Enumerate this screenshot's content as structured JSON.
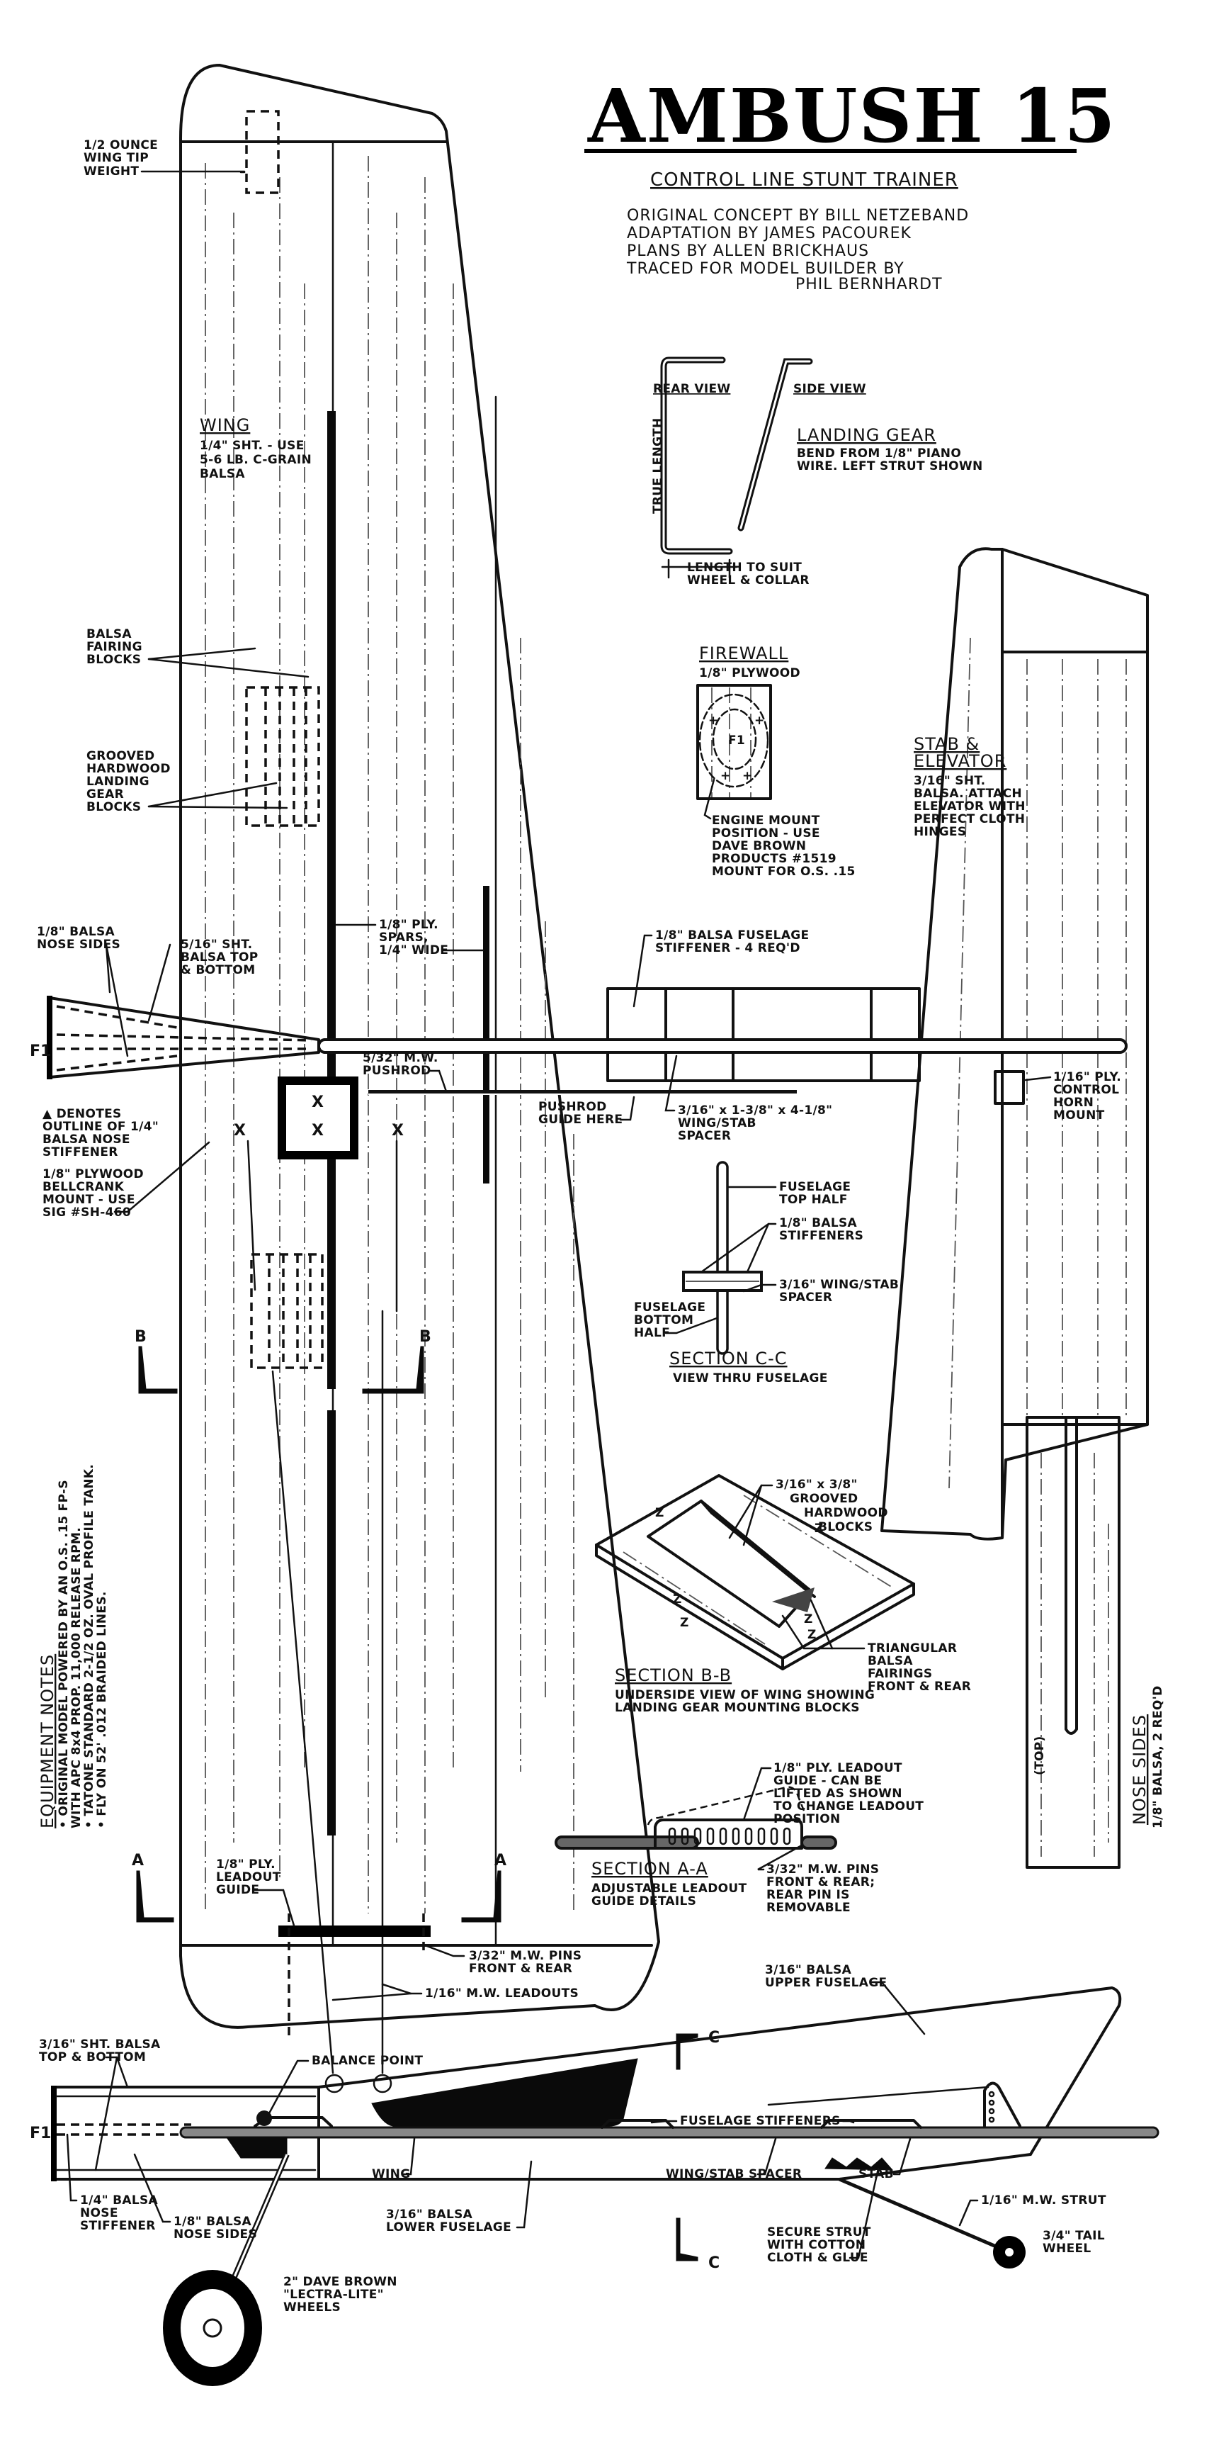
{
  "title": {
    "main": "AMBUSH 15",
    "subtitle": "CONTROL LINE STUNT TRAINER",
    "credits": [
      "ORIGINAL CONCEPT BY BILL NETZEBAND",
      "ADAPTATION BY JAMES PACOUREK",
      "PLANS BY ALLEN BRICKHAUS",
      "TRACED FOR MODEL BUILDER BY",
      "PHIL BERNHARDT"
    ]
  },
  "wing": {
    "heading": "WING",
    "notes": [
      "1/4\" SHT. - USE",
      "5-6 LB. C-GRAIN",
      "BALSA"
    ],
    "tip_weight": [
      "1/2 OUNCE",
      "WING TIP",
      "WEIGHT"
    ],
    "fairing_blocks": [
      "BALSA",
      "FAIRING",
      "BLOCKS"
    ],
    "gear_blocks": [
      "GROOVED",
      "HARDWOOD",
      "LANDING",
      "GEAR",
      "BLOCKS"
    ],
    "spars": [
      "1/8\" PLY.",
      "SPARS,",
      "1/4\" WIDE"
    ],
    "nose_sides": [
      "1/8\" BALSA",
      "NOSE SIDES"
    ],
    "top_bottom": [
      "5/16\" SHT.",
      "BALSA TOP",
      "& BOTTOM"
    ],
    "stiffener_note": [
      "▲ DENOTES",
      "OUTLINE OF 1/4\"",
      "BALSA NOSE",
      "STIFFENER"
    ],
    "bellcrank": [
      "1/8\" PLYWOOD",
      "BELLCRANK",
      "MOUNT - USE",
      "SIG #SH-460"
    ],
    "pushrod": [
      "5/32\" M.W.",
      "PUSHROD"
    ],
    "pushrod_guide": [
      "PUSHROD",
      "GUIDE HERE"
    ],
    "leadout_guide": [
      "1/8\" PLY.",
      "LEADOUT",
      "GUIDE"
    ],
    "pins": [
      "3/32\" M.W. PINS",
      "FRONT & REAR"
    ],
    "leadouts": "1/16\" M.W. LEADOUTS",
    "f1": "F1",
    "x_marks": [
      "X",
      "X",
      "X",
      "X"
    ]
  },
  "section_marks": {
    "a": "A",
    "b": "B",
    "c": "C"
  },
  "landing_gear": {
    "rear_view": "REAR VIEW",
    "side_view": "SIDE VIEW",
    "true_length": "TRUE LENGTH",
    "heading": "LANDING GEAR",
    "notes": [
      "BEND FROM 1/8\" PIANO",
      "WIRE. LEFT STRUT SHOWN"
    ],
    "length_note": [
      "LENGTH TO SUIT",
      "WHEEL & COLLAR"
    ]
  },
  "firewall": {
    "heading": "FIREWALL",
    "material": "1/8\" PLYWOOD",
    "f1": "F1",
    "engine_mount": [
      "ENGINE MOUNT",
      "POSITION - USE",
      "DAVE BROWN",
      "PRODUCTS #1519",
      "MOUNT FOR O.S. .15"
    ]
  },
  "stab": {
    "heading": [
      "STAB &",
      "ELEVATOR"
    ],
    "notes": [
      "3/16\" SHT.",
      "BALSA. ATTACH",
      "ELEVATOR WITH",
      "PERFECT CLOTH",
      "HINGES"
    ],
    "stiffener": [
      "1/8\" BALSA FUSELAGE",
      "STIFFENER - 4 REQ'D"
    ],
    "spacer": [
      "3/16\" x 1-3/8\" x 4-1/8\"",
      "WING/STAB",
      "SPACER"
    ],
    "horn_mount": [
      "1/16\" PLY.",
      "CONTROL",
      "HORN",
      "MOUNT"
    ]
  },
  "section_cc": {
    "heading": "SECTION C-C",
    "sub": "VIEW THRU FUSELAGE",
    "top_half": [
      "FUSELAGE",
      "TOP HALF"
    ],
    "stiffeners": [
      "1/8\" BALSA",
      "STIFFENERS"
    ],
    "bottom_half": [
      "FUSELAGE",
      "BOTTOM",
      "HALF"
    ],
    "spacer": [
      "3/16\" WING/STAB",
      "SPACER"
    ]
  },
  "section_bb": {
    "heading": "SECTION B-B",
    "sub": [
      "UNDERSIDE VIEW OF WING SHOWING",
      "LANDING GEAR MOUNTING BLOCKS"
    ],
    "blocks": [
      "3/16\" x 3/8\"",
      "GROOVED",
      "HARDWOOD",
      "BLOCKS"
    ],
    "fairings": [
      "TRIANGULAR",
      "BALSA",
      "FAIRINGS",
      "FRONT & REAR"
    ],
    "z": "Z"
  },
  "section_aa": {
    "heading": "SECTION A-A",
    "sub": [
      "ADJUSTABLE LEADOUT",
      "GUIDE DETAILS"
    ],
    "guide": [
      "1/8\" PLY. LEADOUT",
      "GUIDE - CAN BE",
      "LIFTED AS SHOWN",
      "TO CHANGE LEADOUT",
      "POSITION"
    ],
    "pins": [
      "3/32\" M.W. PINS",
      "FRONT & REAR;",
      "REAR PIN IS",
      "REMOVABLE"
    ]
  },
  "equipment_notes": {
    "heading": "EQUIPMENT NOTES",
    "lines": [
      "• ORIGINAL MODEL POWERED BY AN O.S. .15 FP-S",
      "   WITH APC 8x4 PROP. 11,000 RELEASE RPM.",
      "• TATONE STANDARD 2-1/2 OZ. OVAL PROFILE TANK.",
      "• FLY ON 52' .012 BRAIDED LINES."
    ]
  },
  "nose_sides_part": {
    "heading": "NOSE SIDES",
    "sub": "1/8\" BALSA, 2 REQ'D",
    "top": "(TOP)"
  },
  "fuselage_side": {
    "top_bottom": [
      "3/16\" SHT. BALSA",
      "TOP & BOTTOM"
    ],
    "balance_point": "BALANCE POINT",
    "upper_fuselage": [
      "3/16\" BALSA",
      "UPPER FUSELAGE"
    ],
    "stiffeners": "FUSELAGE STIFFENERS",
    "wing": "WING",
    "spacer": "WING/STAB SPACER",
    "stab": "STAB",
    "strut": "1/16\" M.W. STRUT",
    "nose_stiffener": [
      "1/4\" BALSA",
      "NOSE",
      "STIFFENER"
    ],
    "nose_sides": [
      "1/8\" BALSA",
      "NOSE SIDES"
    ],
    "lower_fuselage": [
      "3/16\" BALSA",
      "LOWER FUSELAGE"
    ],
    "secure_strut": [
      "SECURE STRUT",
      "WITH COTTON",
      "CLOTH & GLUE"
    ],
    "tail_wheel": [
      "3/4\" TAIL",
      "WHEEL"
    ],
    "wheels": [
      "2\" DAVE BROWN",
      "\"LECTRA-LITE\"",
      "WHEELS"
    ],
    "f1": "F1"
  }
}
